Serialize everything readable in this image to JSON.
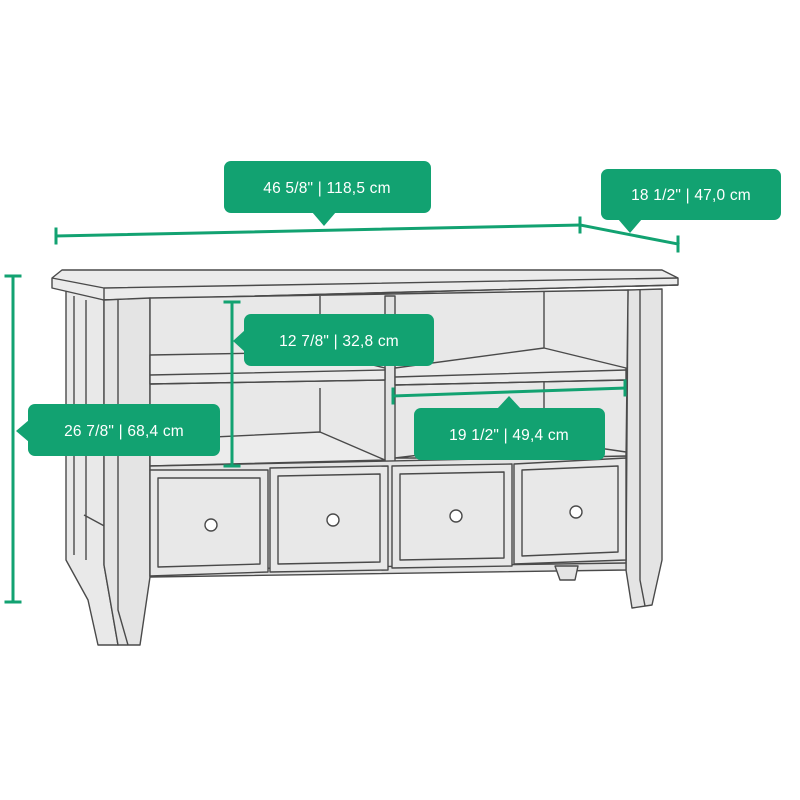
{
  "colors": {
    "accent": "#12a271",
    "furniture_fill": "#e6e6e6",
    "furniture_line": "#4a4a4a",
    "background": "#ffffff"
  },
  "dimensions": {
    "width": "46 5/8\"  |  118,5 cm",
    "depth": "18 1/2\"  |  47,0 cm",
    "height": "26 7/8\"  |  68,4 cm",
    "shelf_height": "12 7/8\"  |  32,8 cm",
    "shelf_width": "19 1/2\"  |  49,4 cm"
  }
}
